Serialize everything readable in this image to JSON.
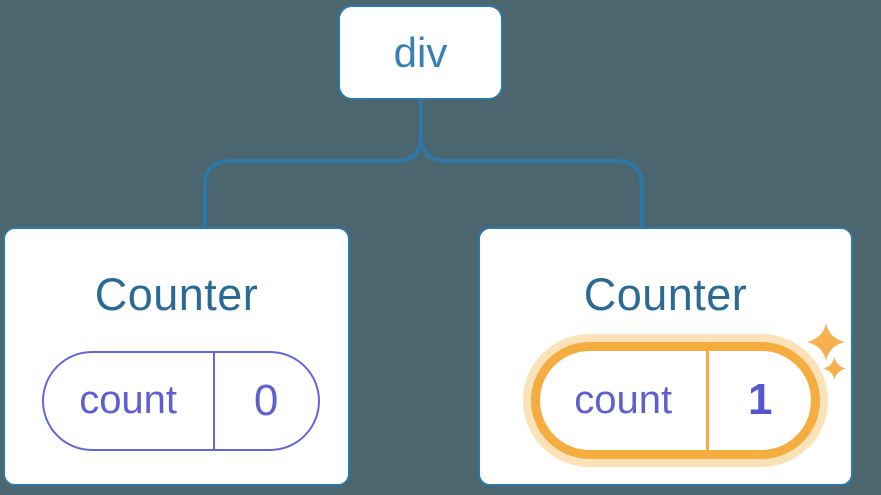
{
  "diagram": {
    "type": "component-tree",
    "root": {
      "label": "div"
    },
    "cards": [
      {
        "title": "Counter",
        "state": {
          "key": "count",
          "value": "0"
        },
        "highlighted": false
      },
      {
        "title": "Counter",
        "state": {
          "key": "count",
          "value": "1"
        },
        "highlighted": true
      }
    ],
    "icons": {
      "sparkle": "four-point-star"
    }
  },
  "colors": {
    "background": "#4B666F",
    "connector": "#2E78A8",
    "card-border": "#2E78A8",
    "card-bg": "#FFFFFF",
    "root-label": "#3880B2",
    "title": "#2B6A94",
    "pill-border": "#6666DC",
    "pill-text": "#5F5FD2",
    "value-highlight": "#5457CE",
    "highlight-orange": "#F5AD40",
    "highlight-halo": "#FBE2B8",
    "sparkle": "#F6B14E"
  }
}
